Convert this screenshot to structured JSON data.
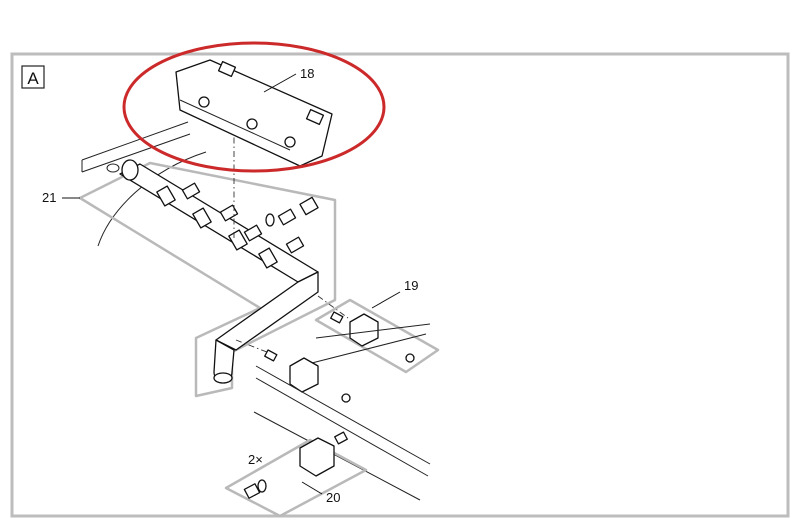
{
  "figure": {
    "panel_label": "A",
    "highlight_color": "#cc2a2a",
    "callouts": {
      "part_18": "18",
      "part_19": "19",
      "part_20": "20",
      "part_21": "21",
      "quantity": "2×"
    }
  }
}
